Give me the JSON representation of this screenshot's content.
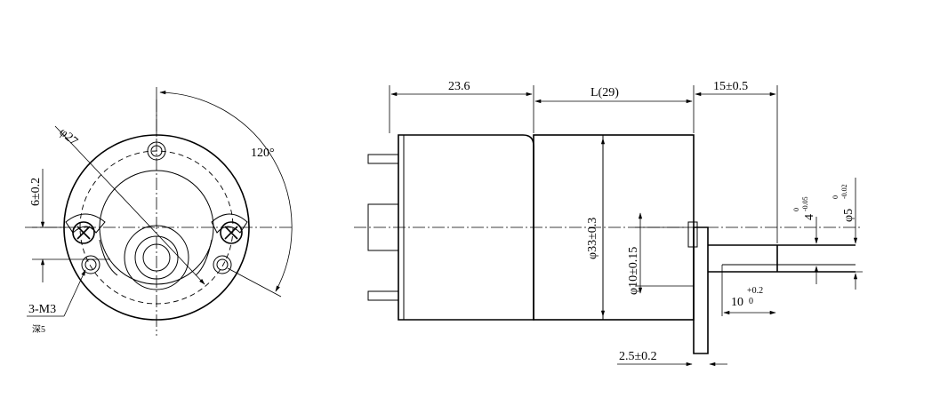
{
  "front_view": {
    "angle_label": "120°",
    "diameter_label": "φ27",
    "offset_label": "6±0.2",
    "holes_label": "3-M3",
    "holes_depth_label": "深5"
  },
  "side_view": {
    "body_length_label": "23.6",
    "gearbox_length_label": "L(29)",
    "shaft_length_label": "15±0.5",
    "body_diameter_label": "φ33±0.3",
    "boss_diameter_label": "φ10±0.15",
    "boss_height_label": "2.5±0.2",
    "flat_depth_label": "4",
    "flat_depth_tol_upper": "0",
    "flat_depth_tol_lower": "-0.05",
    "shaft_diameter_label": "φ5",
    "shaft_diameter_tol_upper": "0",
    "shaft_diameter_tol_lower": "-0.02",
    "flat_length_label": "10",
    "flat_length_tol_upper": "+0.2",
    "flat_length_tol_lower": "0"
  }
}
